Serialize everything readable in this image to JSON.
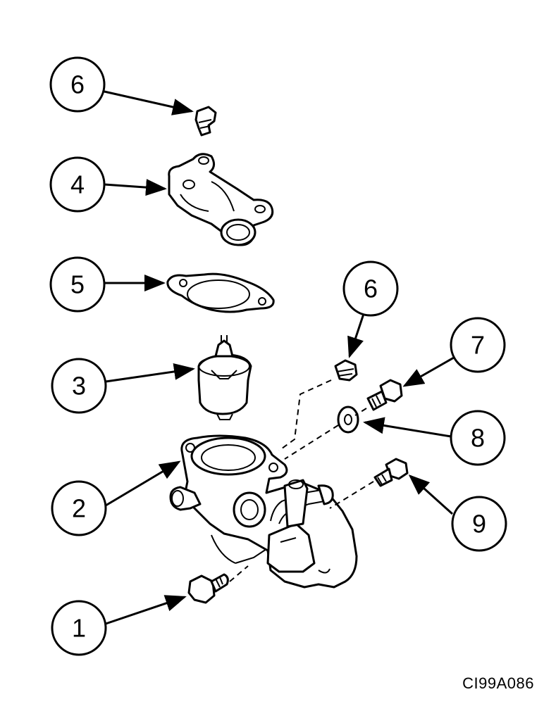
{
  "callouts": {
    "c6a": "6",
    "c4": "4",
    "c5": "5",
    "c3": "3",
    "c2": "2",
    "c1": "1",
    "c6b": "6",
    "c7": "7",
    "c8": "8",
    "c9": "9"
  },
  "figure_id": "CI99A086"
}
